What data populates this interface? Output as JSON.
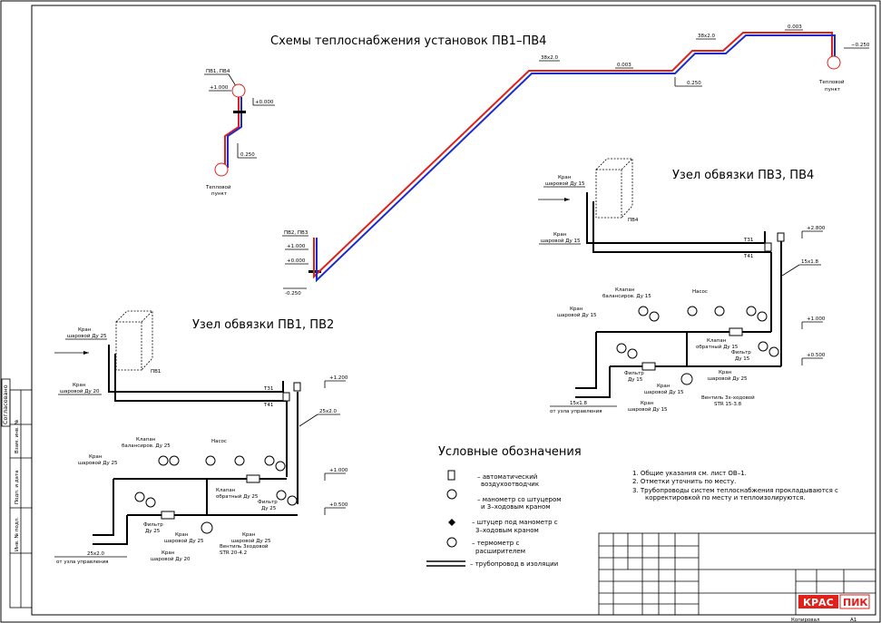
{
  "title": "Схемы теплоснабжения установок ПВ1–ПВ4",
  "scheme": {
    "pv1_tag": "ПВ1, ПВ4",
    "pv2_tag": "ПВ2, ПВ3",
    "lvl_p1000": "+1.000",
    "lvl_p0000": "+0.000",
    "lvl_m0250": "-0.250",
    "lvl_m0250b": "−0.250",
    "lvl_0250": "0.250",
    "lvl_0250b": "0.250",
    "heat_point": "Тепловой пункт",
    "pipe_38": "38x2.0",
    "pipe_38b": "38x2.0",
    "slope_003": "0.003",
    "slope_003b": "0.003"
  },
  "node12": {
    "title": "Узел обвязки ПВ1, ПВ2",
    "valve_ball_25": "Кран шаровой Ду 25",
    "valve_ball_20": "Кран шаровой Ду 20",
    "unit": "ПВ1",
    "t31": "T31",
    "t41": "T41",
    "lvl_1200": "+1.200",
    "lvl_1000": "+1.000",
    "lvl_0500": "+0.500",
    "pipe_25": "25x2.0",
    "balance_valve": "Клапан балансиров. Ду 25",
    "pump": "Насос",
    "check_valve": "Клапан обратный Ду 25",
    "filter": "Фильтр Ду 25",
    "filter2": "Фильтр Ду 25",
    "valve_ball_25b": "Кран шаровой Ду 25",
    "valve_ball_25c": "Кран шаровой Ду 25",
    "three_way": "Вентиль 3ходовой STR 20-4.2",
    "from_ctrl": "от узла управления",
    "pipe_25b": "25x2.0",
    "valve_ball_20b": "Кран шаровой Ду 20"
  },
  "node34": {
    "title": "Узел обвязки ПВ3, ПВ4",
    "valve_ball_15": "Кран шаровой Ду 15",
    "valve_ball_15b": "Кран шаровой Ду 15",
    "unit": "ПВ4",
    "t31": "T31",
    "t41": "T41",
    "lvl_2800": "+2.800",
    "lvl_1000": "+1.000",
    "lvl_0500": "+0.500",
    "pipe_15": "15x1.8",
    "balance_valve": "Клапан балансиров. Ду 15",
    "pump": "Насос",
    "valve_ball_15c": "Кран шаровой Ду 15",
    "check_valve": "Клапан обратный Ду 15",
    "filter": "Фильтр Ду 15",
    "filter2": "Фильтр Ду 15",
    "valve_ball_25": "Кран шаровой Ду 25",
    "three_way": "Вентиль 3х-ходовой STR 15-3.8",
    "valve_ball_15d": "Кран шаровой Ду 15",
    "valve_ball_15e": "Кран шаровой Ду 15",
    "from_ctrl": "от узла управления",
    "pipe_15b": "15x1.8"
  },
  "legend": {
    "title": "Условные обозначения",
    "items": [
      "– автоматический воздухоотводчик",
      "– манометр со штуцером и 3–ходовым краном",
      "– штуцер под манометр с 3–ходовым краном",
      "– термометр с расширителем",
      "– трубопровод в изоляции"
    ]
  },
  "notes": [
    "1.  Общие указания см. лист ОВ–1.",
    "2.  Отметки уточнить по месту.",
    "3.  Трубопроводы систем теплоснабжения прокладываются с корректировкой по месту и теплоизолируются."
  ],
  "side_stamp": [
    "Согласовано",
    "Взам. инв. №",
    "Подп. и дата",
    "Инв. № подл."
  ],
  "logo": {
    "left": "КРАС",
    "right": "ПИК"
  },
  "footer": {
    "copied": "Копировал",
    "format": "A1"
  },
  "colors": {
    "supply": "#e0201b",
    "return": "#1b2bd0",
    "logo": "#e0201b"
  }
}
